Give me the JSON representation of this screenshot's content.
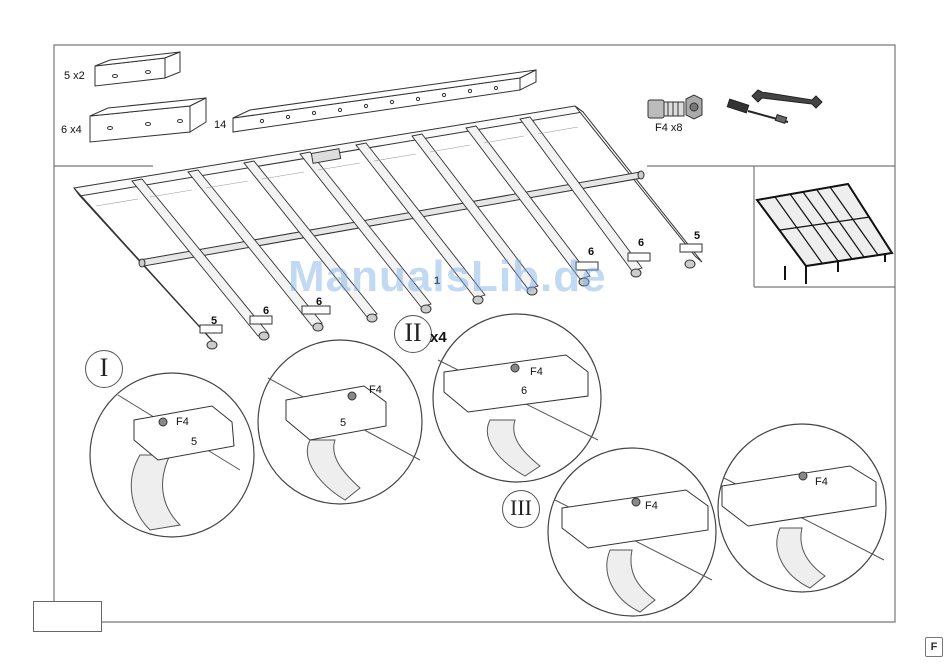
{
  "watermark": "ManualsLib.de",
  "page_letter": "F",
  "parts": {
    "bracket_small": "5 x2",
    "bracket_large": "6 x4",
    "rail": "14",
    "fastener": "F4  x8"
  },
  "frame_labels": {
    "left_end": "5",
    "right_end": "5",
    "mid_1": "6",
    "mid_2": "6",
    "mid_3": "6",
    "mid_4": "6",
    "center": "1"
  },
  "steps": {
    "I": "I",
    "II": "II",
    "II_qty": "x4",
    "III": "III"
  },
  "details": {
    "d1_bolt": "F4",
    "d1_part": "5",
    "d2_bolt": "F4",
    "d2_part": "5",
    "d3_bolt": "F4",
    "d3_part": "6",
    "d4_bolt": "F4",
    "d5_bolt": "F4"
  }
}
